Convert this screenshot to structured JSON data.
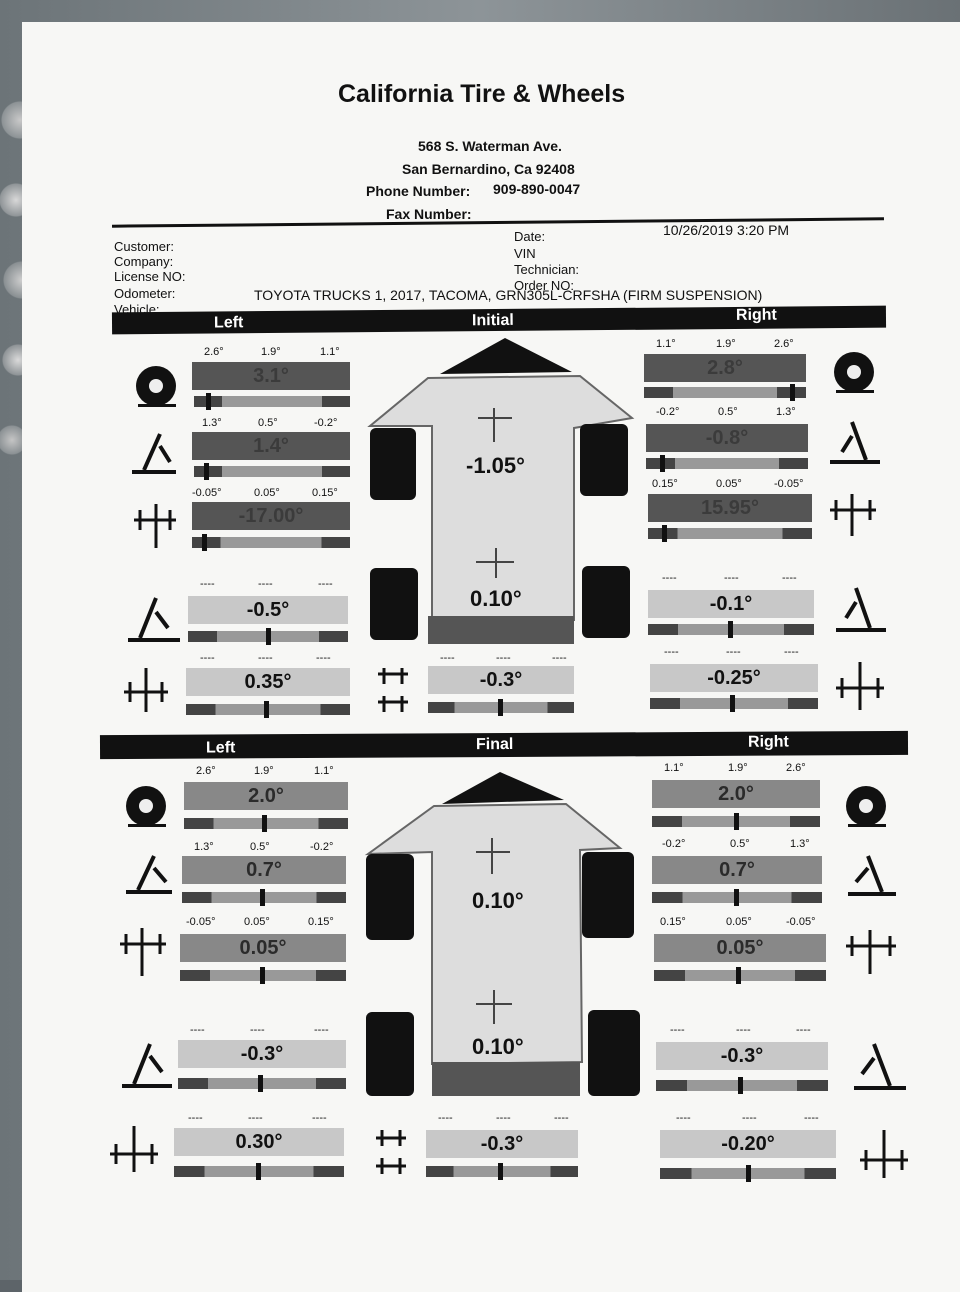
{
  "header": {
    "company": "California Tire & Wheels",
    "street": "568 S. Waterman Ave.",
    "city": "San Bernardino, Ca 92408",
    "phone_label": "Phone Number:",
    "phone": "909-890-0047",
    "fax_label": "Fax Number:"
  },
  "info": {
    "customer": "Customer:",
    "company": "Company:",
    "license": "License NO:",
    "odometer": "Odometer:",
    "vehicle_label": "Vehicle:",
    "vehicle": "TOYOTA TRUCKS 1, 2017, TACOMA, GRN305L-CRFSHA (FIRM SUSPENSION)",
    "date_label": "Date:",
    "date": "10/26/2019  3:20 PM",
    "vin": "VIN",
    "technician": "Technician:",
    "order": "Order NO:"
  },
  "initial": {
    "left": "Left",
    "title": "Initial",
    "right": "Right",
    "front_total": "-1.05°",
    "rear_total": "0.10°",
    "lc": {
      "t0": "2.6°",
      "t1": "1.9°",
      "t2": "1.1°",
      "v": "3.1°"
    },
    "lcs": {
      "t0": "1.3°",
      "t1": "0.5°",
      "t2": "-0.2°",
      "v": "1.4°"
    },
    "lt": {
      "t0": "-0.05°",
      "t1": "0.05°",
      "t2": "0.15°",
      "v": "-17.00°"
    },
    "ls": {
      "t0": "----",
      "t1": "----",
      "t2": "----",
      "v": "-0.5°"
    },
    "lsb": {
      "t0": "----",
      "t1": "----",
      "t2": "----",
      "v": "0.35°"
    },
    "th": {
      "t0": "----",
      "t1": "----",
      "t2": "----",
      "v": "-0.3°"
    },
    "rc": {
      "t0": "1.1°",
      "t1": "1.9°",
      "t2": "2.6°",
      "v": "2.8°"
    },
    "rcs": {
      "t0": "-0.2°",
      "t1": "0.5°",
      "t2": "1.3°",
      "v": "-0.8°"
    },
    "rt": {
      "t0": "0.15°",
      "t1": "0.05°",
      "t2": "-0.05°",
      "v": "15.95°"
    },
    "rs": {
      "t0": "----",
      "t1": "----",
      "t2": "----",
      "v": "-0.1°"
    },
    "rsb": {
      "t0": "----",
      "t1": "----",
      "t2": "----",
      "v": "-0.25°"
    }
  },
  "final": {
    "left": "Left",
    "title": "Final",
    "right": "Right",
    "front_total": "0.10°",
    "rear_total": "0.10°",
    "lc": {
      "t0": "2.6°",
      "t1": "1.9°",
      "t2": "1.1°",
      "v": "2.0°"
    },
    "lcs": {
      "t0": "1.3°",
      "t1": "0.5°",
      "t2": "-0.2°",
      "v": "0.7°"
    },
    "lt": {
      "t0": "-0.05°",
      "t1": "0.05°",
      "t2": "0.15°",
      "v": "0.05°"
    },
    "ls": {
      "t0": "----",
      "t1": "----",
      "t2": "----",
      "v": "-0.3°"
    },
    "lsb": {
      "t0": "----",
      "t1": "----",
      "t2": "----",
      "v": "0.30°"
    },
    "th": {
      "t0": "----",
      "t1": "----",
      "t2": "----",
      "v": "-0.3°"
    },
    "rc": {
      "t0": "1.1°",
      "t1": "1.9°",
      "t2": "2.6°",
      "v": "2.0°"
    },
    "rcs": {
      "t0": "-0.2°",
      "t1": "0.5°",
      "t2": "1.3°",
      "v": "0.7°"
    },
    "rt": {
      "t0": "0.15°",
      "t1": "0.05°",
      "t2": "-0.05°",
      "v": "0.05°"
    },
    "rs": {
      "t0": "----",
      "t1": "----",
      "t2": "----",
      "v": "-0.3°"
    },
    "rsb": {
      "t0": "----",
      "t1": "----",
      "t2": "----",
      "v": "-0.20°"
    }
  },
  "colors": {
    "header_bar": "#111111",
    "out_of_spec_box": "#555555",
    "in_spec_box": "#888888",
    "no_spec_box": "#c8c8c8"
  }
}
